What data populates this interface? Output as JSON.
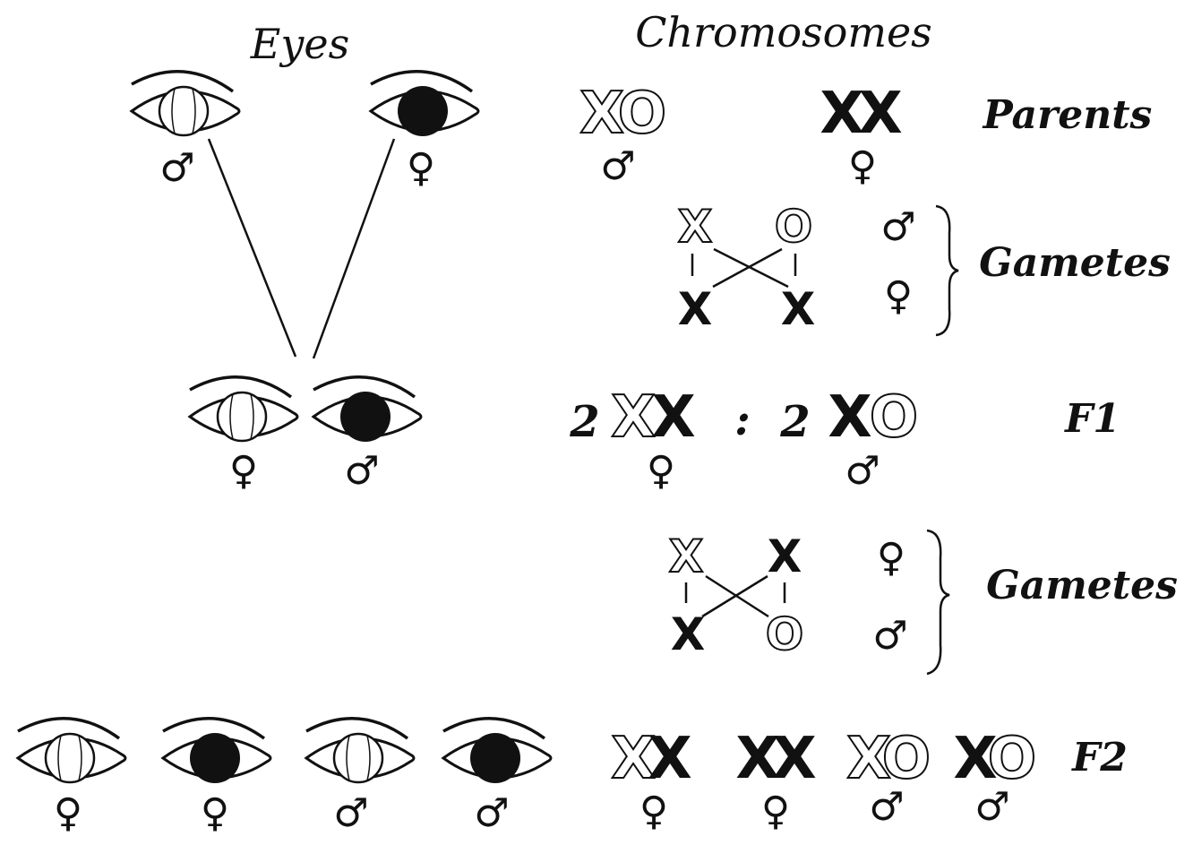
{
  "headers": {
    "eyes": "Eyes",
    "chromosomes": "Chromosomes"
  },
  "labels": {
    "parents": "Parents",
    "gametes_1": "Gametes",
    "f1": "F1",
    "gametes_2": "Gametes",
    "f2": "F2"
  },
  "symbols": {
    "male": "♂",
    "female": "♀"
  },
  "chromosomes": {
    "x": "X",
    "o": "O"
  },
  "f1_ratio": {
    "left_count": "2",
    "separator": ":",
    "right_count": "2"
  },
  "colors": {
    "ink": "#111111",
    "paper": "#ffffff",
    "pupil_dark": "#111111",
    "pupil_light": "#ffffff"
  }
}
